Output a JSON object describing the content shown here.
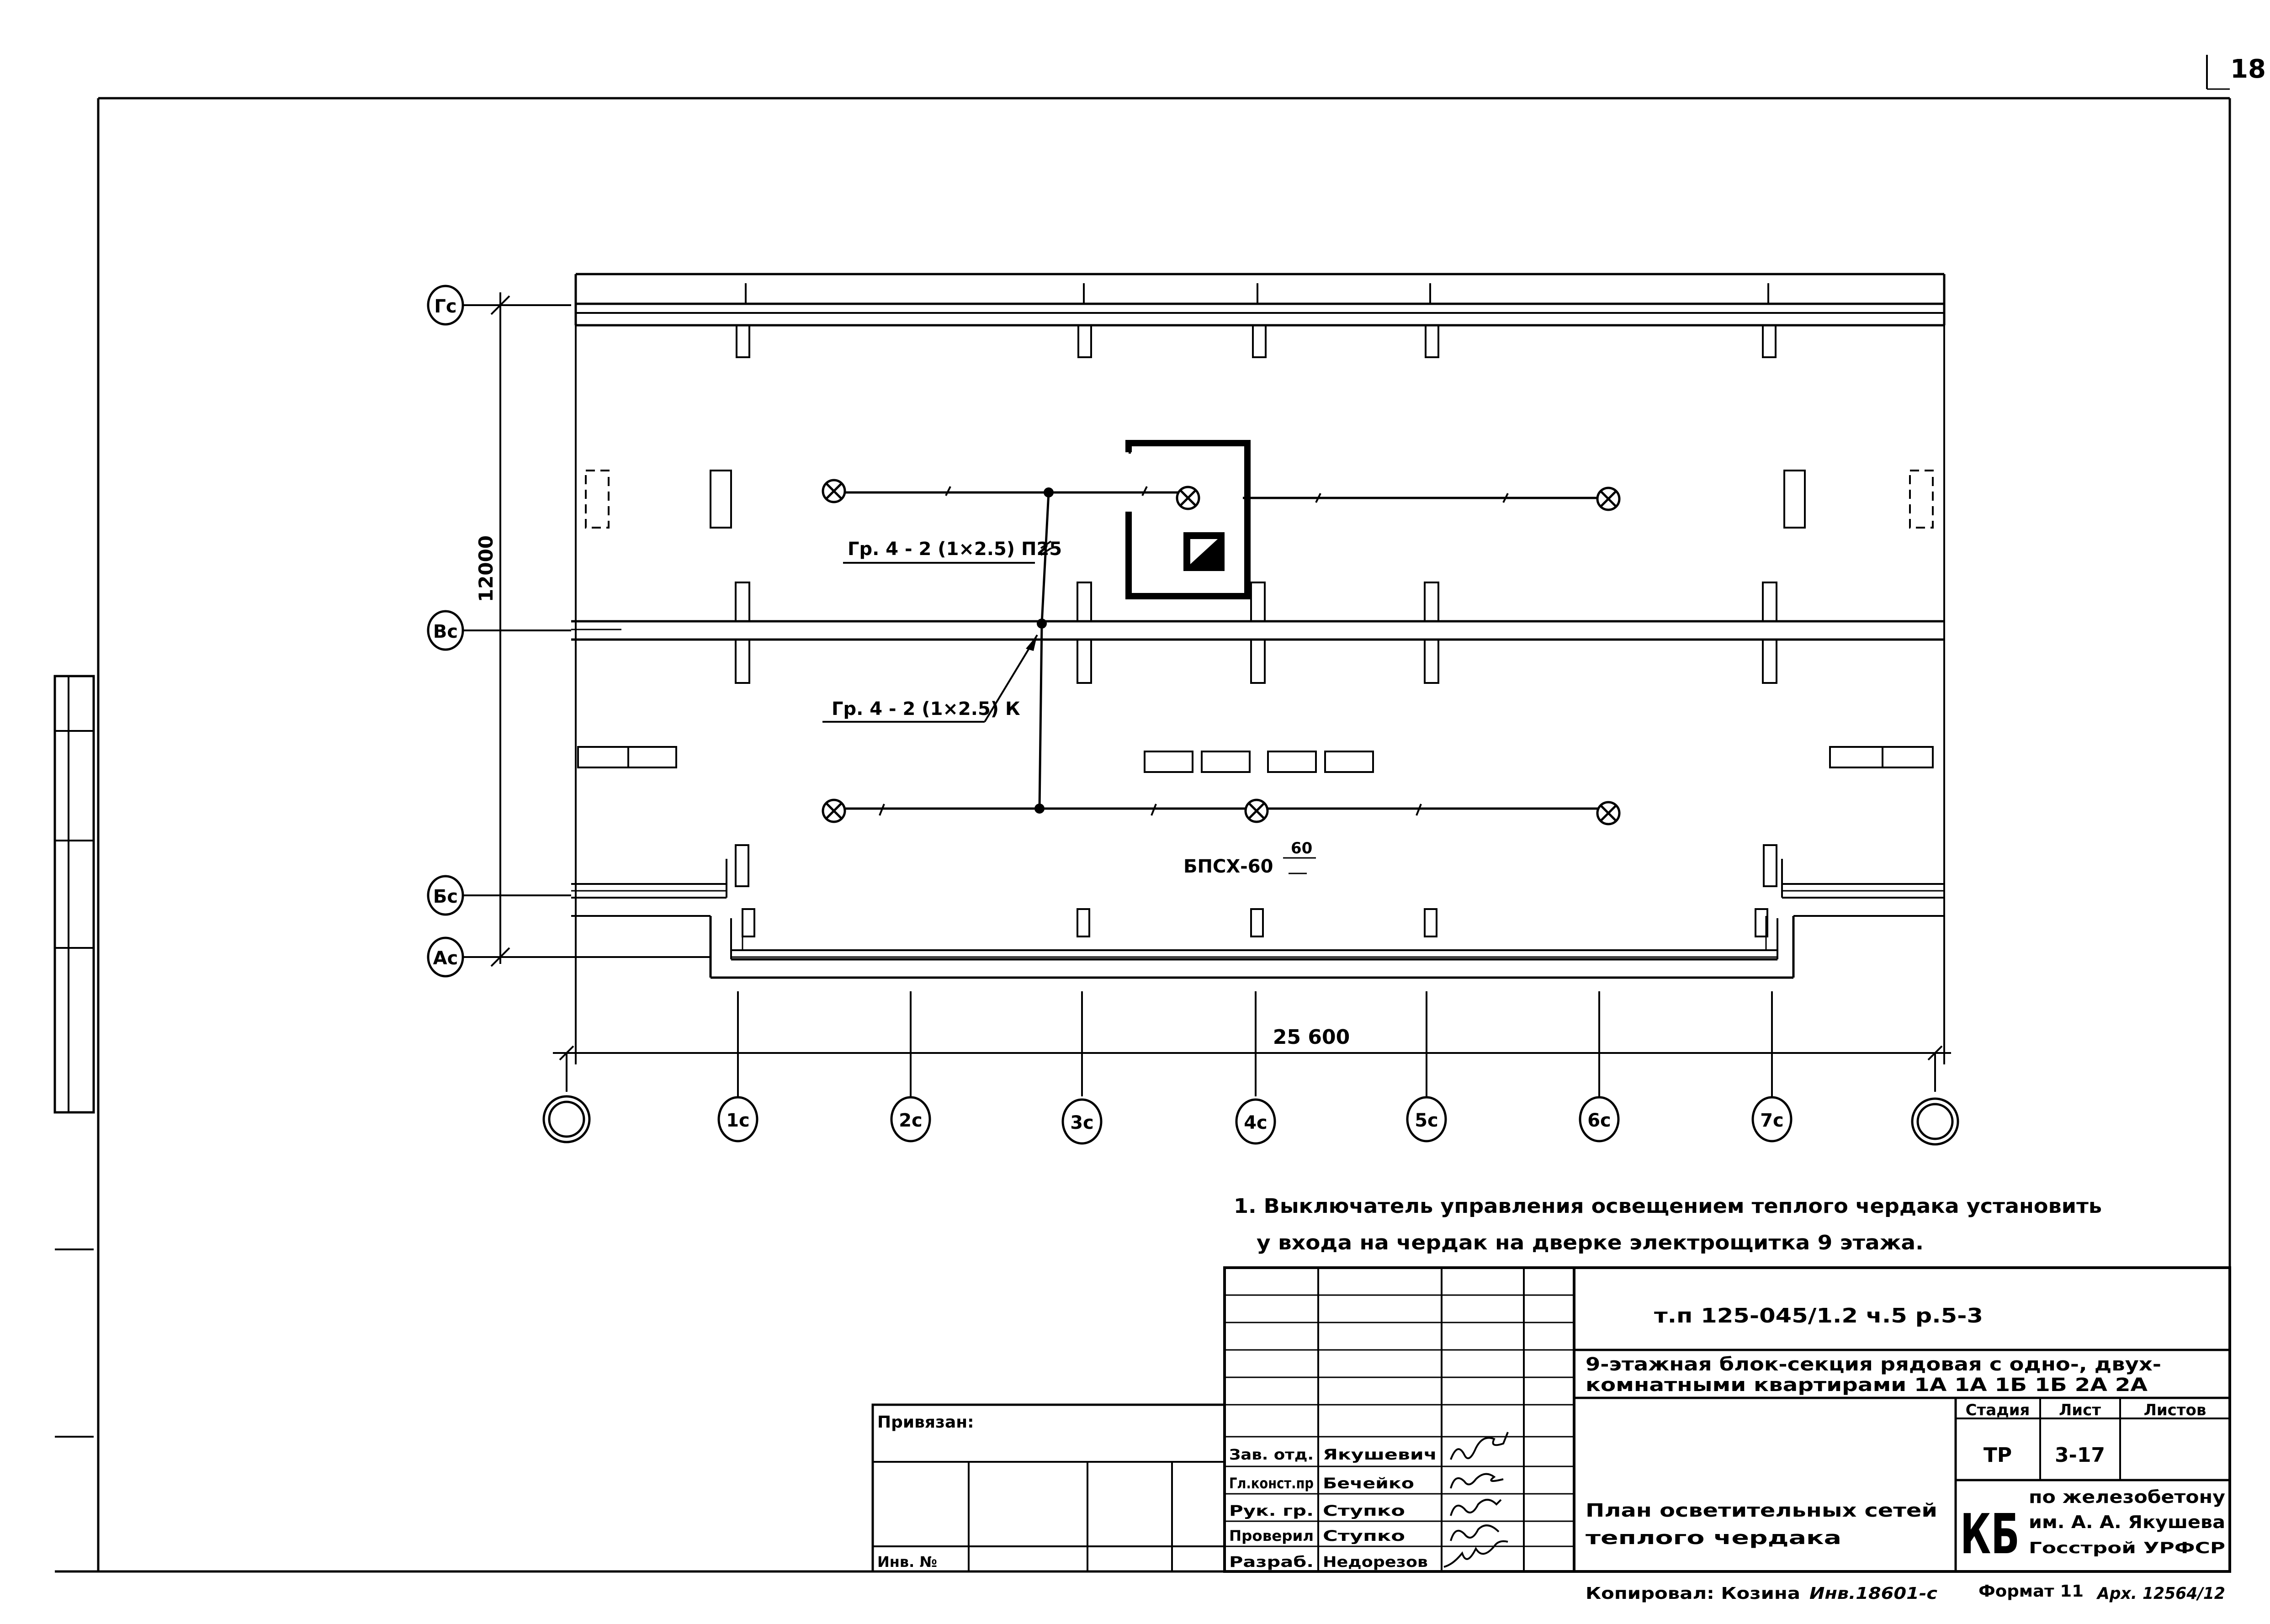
{
  "sheet": {
    "number": "18"
  },
  "axes": {
    "rows": [
      "Гс",
      "Вс",
      "Бс",
      "Ас"
    ],
    "cols": [
      "",
      "1с",
      "2с",
      "3с",
      "4с",
      "5с",
      "6с",
      "7с",
      ""
    ]
  },
  "dimensions": {
    "height": "12000",
    "width": "25 600"
  },
  "labels": {
    "cable1": "Гр. 4 - 2 (1×2.5)  П25",
    "cable2": "Гр. 4 - 2 (1×2.5) К",
    "lamp_type": "БПСХ-60",
    "lamp_power": "60"
  },
  "notes": {
    "line1": "1. Выключатель  управления  освещением  теплого  чердака   установить",
    "line2": "у  входа  на  чердак   на дверке   электрощитка  9  этажа."
  },
  "title_block": {
    "code": "т.п  125-045/1.2    ч.5      р.5-3",
    "project_line1": "9-этажная   блок-секция  рядовая  с  одно-, двух-",
    "project_line2": "комнатными   квартирами   1А 1А 1Б 1Б 2А 2А",
    "stage_head": "Стадия",
    "sheet_head": "Лист",
    "sheets_head": "Листов",
    "stage": "ТР",
    "sheet": "3-17",
    "sheets": "",
    "drawing_line1": "План   осветительных  сетей",
    "drawing_line2": "теплого    чердака",
    "org_logo": "КБ",
    "org_line1": "по  железобетону",
    "org_line2": "им.  А. А. Якушева",
    "org_line3": "Госстрой    УРФСР",
    "tied": "Привязан:",
    "inv": "Инв. №",
    "roles": [
      "Зав. отд.",
      "Гл.конст.пр",
      "Рук. гр.",
      "Проверил",
      "Разраб."
    ],
    "names": [
      "Якушевич",
      "Бечейко",
      "Ступко",
      "Ступко",
      "Недорезов"
    ],
    "footer_copied": "Копировал:  Козина",
    "footer_number": "Инв.18601-с",
    "footer_format": "Формат 11",
    "footer_arch": "Арх. 12564/12"
  }
}
